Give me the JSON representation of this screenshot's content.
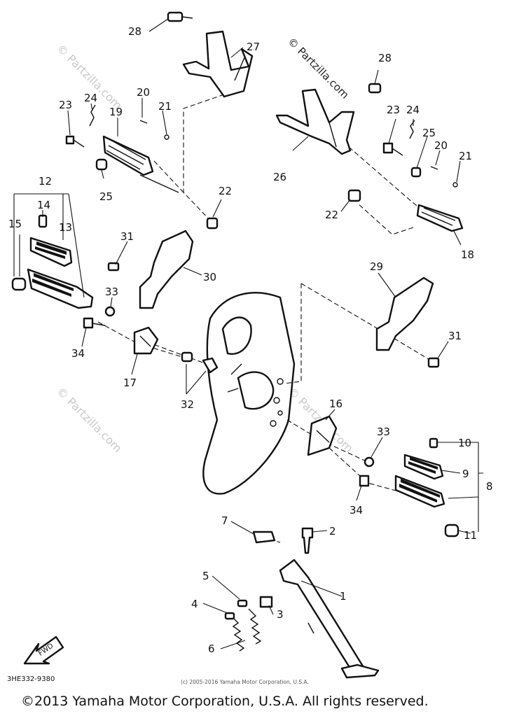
{
  "parts": [
    "1",
    "2",
    "3",
    "4",
    "5",
    "6",
    "7",
    "8",
    "9",
    "10",
    "11",
    "12",
    "13",
    "14",
    "15",
    "16",
    "17",
    "18",
    "19",
    "20",
    "21",
    "22",
    "23",
    "24",
    "25",
    "26",
    "27",
    "28",
    "29",
    "30",
    "31",
    "32",
    "33",
    "34"
  ],
  "watermark": "© Partzilla.com",
  "arrow_label": "FWD",
  "catalog_code": "3HE332-9380",
  "small_copyright": "(c) 2005-2016 Yamaha Motor Corporation, U.S.A.",
  "copyright": "©2013 Yamaha Motor Corporation, U.S.A. All rights reserved."
}
